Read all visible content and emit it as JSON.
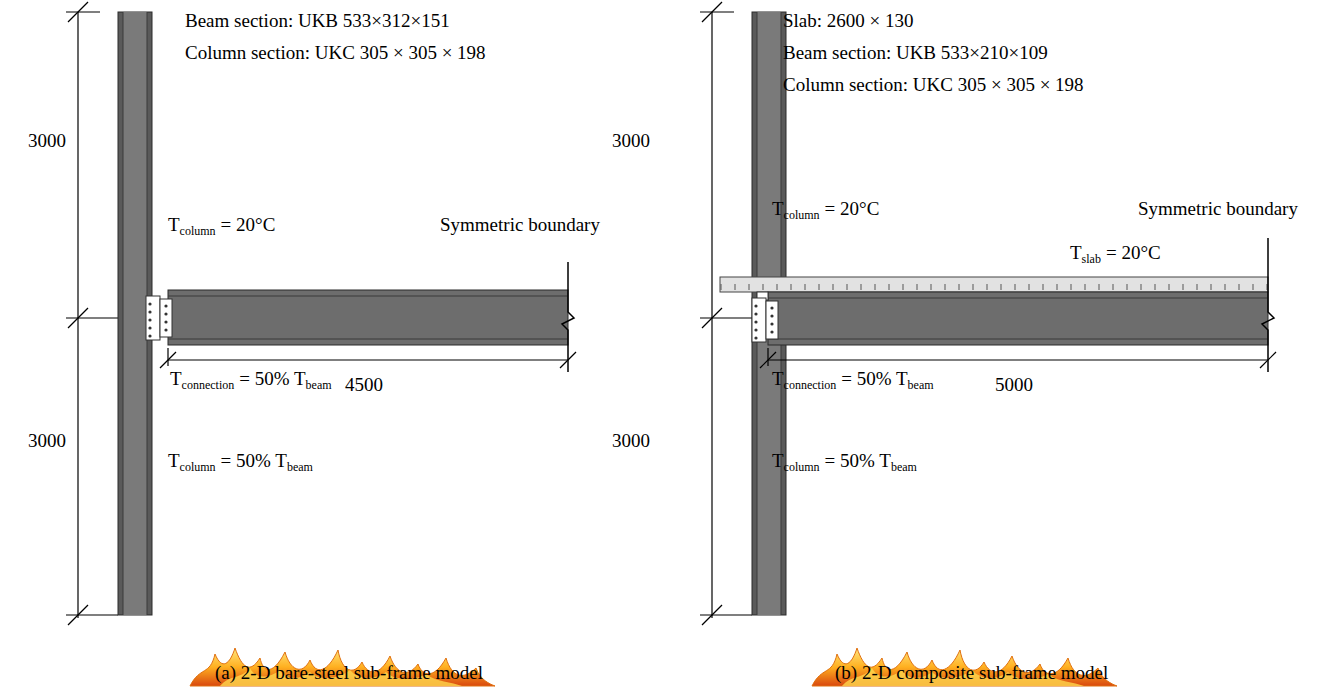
{
  "diagram": {
    "labels": [
      "Beam section: UKB 533×312×151",
      "Column section: UKC 305 × 305 × 198",
      "3000",
      "3000",
      "T",
      "column",
      "= 20°C",
      "Symmetric boundary",
      "T",
      "connection",
      "= 50% T",
      "beam",
      "4500",
      "T",
      "column",
      "= 50% T",
      "beam",
      "(a) 2-D bare-steel sub-frame model",
      "Slab: 2600 × 130",
      "Beam section: UKB 533×210×109",
      "Column section: UKC 305 × 305 × 198",
      "3000",
      "3000",
      "T",
      "column",
      "= 20°C",
      "Symmetric boundary",
      "T",
      "slab",
      "= 20°C",
      "T",
      "connection",
      "= 50% T",
      "beam",
      "5000",
      "T",
      "column",
      "= 50% T",
      "beam",
      "(b) 2-D composite sub-frame model"
    ]
  }
}
